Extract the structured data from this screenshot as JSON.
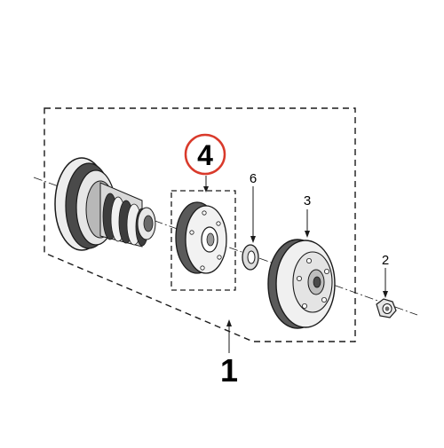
{
  "callouts": {
    "assembly": "1",
    "nut": "2",
    "front_plate": "3",
    "hub": "4",
    "shim": "6"
  },
  "colors": {
    "highlight_ring": "#d93a2b",
    "line": "#1a1a1a",
    "part_fill": "#f2f2f2",
    "part_shade": "#5a5a5a"
  }
}
